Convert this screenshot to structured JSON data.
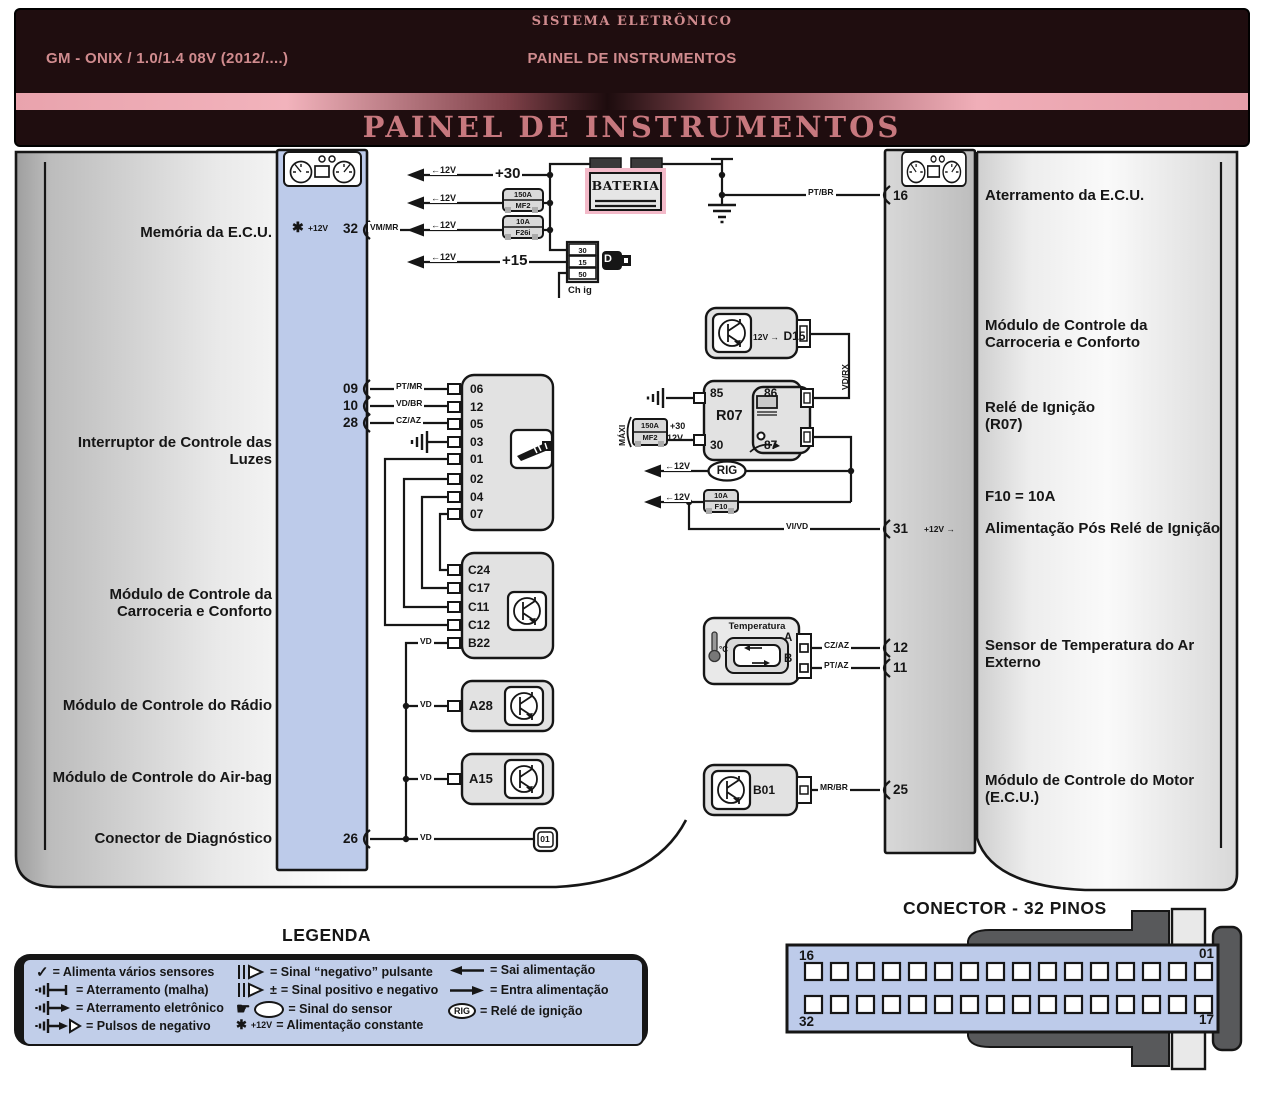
{
  "header": {
    "system": "SISTEMA ELETRÔNICO",
    "model": "GM - ONIX / 1.0/1.4 08V (2012/....)",
    "subsystem": "PAINEL DE INSTRUMENTOS",
    "title": "PAINEL DE INSTRUMENTOS"
  },
  "left_labels": [
    "Memória da E.C.U.",
    "Interruptor de Controle das\nLuzes",
    "Módulo de Controle da\nCarroceria e Conforto",
    "Módulo de Controle do Rádio",
    "Módulo de Controle do Air-bag",
    "Conector de Diagnóstico"
  ],
  "right_labels": [
    "Aterramento da E.C.U.",
    "Módulo de Controle da\nCarroceria e Conforto",
    "Relé de Ignição\n(R07)",
    "F10 = 10A",
    "Alimentação Pós Relé de Ignição",
    "Sensor de Temperatura do Ar\nExterno",
    "Módulo de Controle do Motor\n(E.C.U.)"
  ],
  "left_strip": {
    "star": "✱",
    "star_label": "+12V",
    "pin32": "32",
    "pin09": "09",
    "pin10": "10",
    "pin28": "28",
    "pin26": "26"
  },
  "right_strip": {
    "pin16": "16",
    "pin31": "31",
    "pin31_note": "+12V →",
    "pin12": "12",
    "pin11": "11",
    "pin25": "25"
  },
  "wires": {
    "vmmr": "VM/MR",
    "ptmr": "PT/MR",
    "vdbr": "VD/BR",
    "czaz": "CZ/AZ",
    "ptbr": "PT/BR",
    "vdrx": "VD/RX",
    "vivd": "VI/VD",
    "czaz12": "CZ/AZ",
    "ptaz": "PT/AZ",
    "mrbr": "MR/BR",
    "vd": "VD"
  },
  "power": {
    "v12": "←12V",
    "p30": "+30",
    "p15": "+15",
    "d15_12v": "12V →",
    "maxi": "MÁXI",
    "maxi_30": "+30",
    "maxi_12v": "12V →"
  },
  "fuses": {
    "mf2": {
      "amp": "150A",
      "name": "MF2"
    },
    "f26": {
      "amp": "10A",
      "name": "F26i"
    },
    "mf2b": {
      "amp": "150A",
      "name": "MF2"
    },
    "f10": {
      "amp": "10A",
      "name": "F10"
    }
  },
  "ignition": {
    "p30": "30",
    "p15": "15",
    "p50": "50",
    "label": "Ch ig",
    "key": "D"
  },
  "battery": {
    "label": "BATERIA"
  },
  "relay": {
    "name": "R07",
    "p85": "85",
    "p86": "86",
    "p30": "30",
    "p87": "87",
    "rig": "RIG"
  },
  "temp": {
    "title": "Temperatura",
    "unit": "°C",
    "a": "A",
    "b": "B"
  },
  "modules": {
    "d15": "D15",
    "b01": "B01",
    "a28": "A28",
    "a15": "A15"
  },
  "blocks": {
    "ls": [
      "06",
      "12",
      "05",
      "03",
      "01",
      "02",
      "04",
      "07"
    ],
    "bcm": [
      "C24",
      "C17",
      "C11",
      "C12",
      "B22"
    ],
    "diag": "01"
  },
  "legend": {
    "title": "LEGENDA",
    "check": "✓",
    "pm": "±",
    "hand": "☛",
    "star": "✱",
    "star_label": "+12V",
    "rig": "RIG",
    "col1": [
      "= Alimenta vários sensores",
      "= Aterramento (malha)",
      "= Aterramento eletrônico",
      "= Pulsos de negativo"
    ],
    "col2": [
      "= Sinal “negativo” pulsante",
      "= Sinal positivo e negativo",
      "= Sinal do sensor",
      "= Alimentação constante"
    ],
    "col3": [
      "= Sai alimentação",
      "= Entra alimentação",
      "= Relé de ignição"
    ]
  },
  "conn32": {
    "title": "CONECTOR - 32 PINOS",
    "tl": "16",
    "tr": "01",
    "bl": "32",
    "br": "17"
  }
}
